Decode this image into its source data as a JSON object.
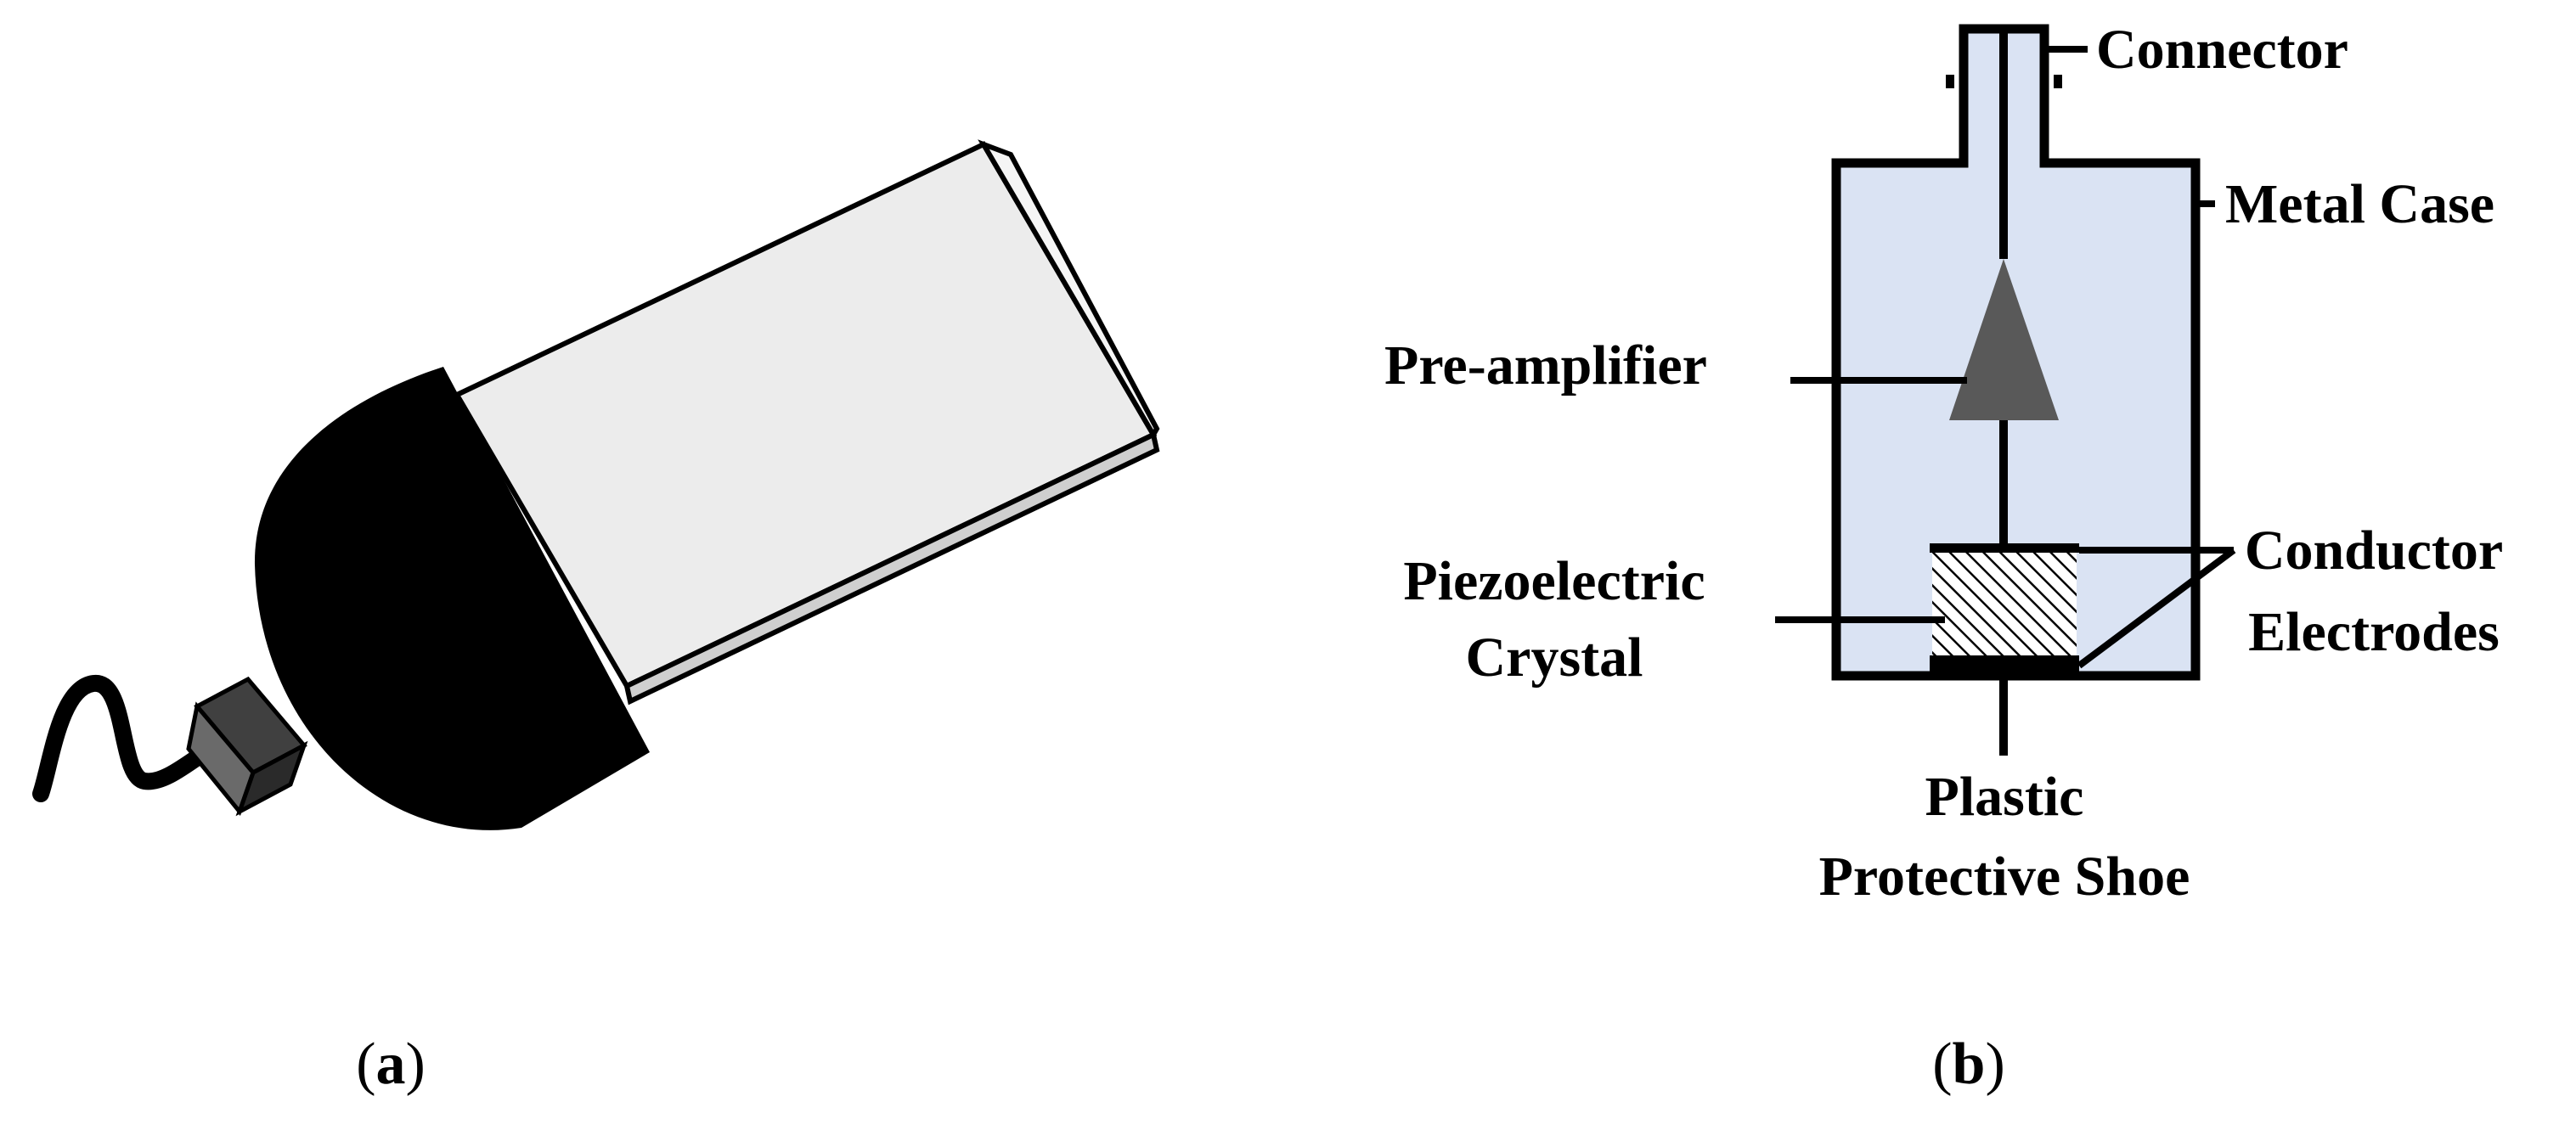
{
  "panel_a": {
    "caption_open": "(",
    "caption_letter": "a",
    "caption_close": ")"
  },
  "panel_b": {
    "caption_open": "(",
    "caption_letter": "b",
    "caption_close": ")",
    "labels": {
      "connector": "Connector",
      "metal_case": "Metal Case",
      "pre_amplifier": "Pre-amplifier",
      "piezo_line1": "Piezoelectric",
      "piezo_line2": "Crystal",
      "conductor_line1": "Conductor",
      "conductor_line2": "Electrodes",
      "shoe_line1": "Plastic",
      "shoe_line2": "Protective Shoe"
    }
  },
  "colors": {
    "case_fill": "#dae3f3",
    "amplifier_fill": "#595959",
    "probe_body": "#ececec",
    "probe_side": "#f5f5f5",
    "probe_bottom": "#cfcfcf",
    "cap": "#000000",
    "connector_block": "#404040"
  }
}
